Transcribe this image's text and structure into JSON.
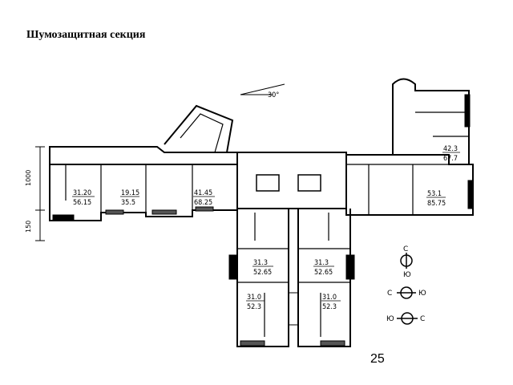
{
  "title": "Шумозащитная секция",
  "page_number": "25",
  "angle_label": "30°",
  "dimensions": {
    "height_1": "1000",
    "height_2": "150"
  },
  "apartments": [
    {
      "area_living": "31.20",
      "area_total": "56.15"
    },
    {
      "area_living": "19.15",
      "area_total": "35.5"
    },
    {
      "area_living": "41.45",
      "area_total": "68.25"
    },
    {
      "area_living": "42.3",
      "area_total": "67.7"
    },
    {
      "area_living": "53.1",
      "area_total": "85.75"
    },
    {
      "area_living": "31.3",
      "area_total": "52.65"
    },
    {
      "area_living": "31.3",
      "area_total": "52.65"
    },
    {
      "area_living": "31.0",
      "area_total": "52.3"
    },
    {
      "area_living": "31.0",
      "area_total": "52.3"
    }
  ],
  "orientation": {
    "north_south": {
      "top": "С",
      "bottom": "Ю"
    },
    "south_east": {
      "left": "С",
      "right": "Ю"
    },
    "east_west": {
      "left": "Ю",
      "right": "С"
    }
  }
}
